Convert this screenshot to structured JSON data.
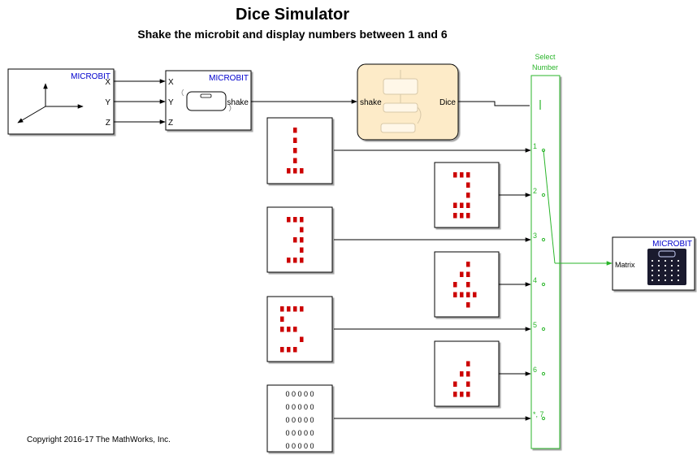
{
  "header": {
    "title": "Dice Simulator",
    "subtitle": "Shake the microbit and display numbers between 1 and 6"
  },
  "footer": {
    "copyright": "Copyright 2016-17 The MathWorks, Inc."
  },
  "blocks": {
    "accelerometer": {
      "badge": "MICROBIT",
      "ports": [
        "X",
        "Y",
        "Z"
      ]
    },
    "shake_detector": {
      "badge": "MICROBIT",
      "in_ports": [
        "X",
        "Y",
        "Z"
      ],
      "out_port": "shake"
    },
    "chart": {
      "in_port": "shake",
      "out_port": "Dice"
    },
    "selector": {
      "title_line1": "Select",
      "title_line2": "Number",
      "ports": [
        "1",
        "2",
        "3",
        "4",
        "5",
        "6",
        "*, 7"
      ]
    },
    "matrix_display": {
      "badge": "MICROBIT",
      "in_port": "Matrix"
    },
    "zero_constant": {
      "rows": [
        "0 0 0 0 0",
        "0 0 0 0 0",
        "0 0 0 0 0",
        "0 0 0 0 0",
        "0 0 0 0 0"
      ]
    }
  },
  "dice_patterns": [
    [
      "00100",
      "00100",
      "00100",
      "00100",
      "01110"
    ],
    [
      "01110",
      "00010",
      "00010",
      "01110",
      "01110"
    ],
    [
      "01110",
      "00010",
      "00110",
      "00010",
      "01110"
    ],
    [
      "00010",
      "00110",
      "01010",
      "01111",
      "00010"
    ],
    [
      "11110",
      "10000",
      "11100",
      "00010",
      "11100"
    ],
    [
      "00000",
      "00010",
      "00110",
      "01010",
      "01110"
    ]
  ],
  "colors": {
    "pattern_led": "#cc0000",
    "selector": "#2ab52a",
    "badge": "#0000cc",
    "chart_fill": "#fdebc8"
  }
}
